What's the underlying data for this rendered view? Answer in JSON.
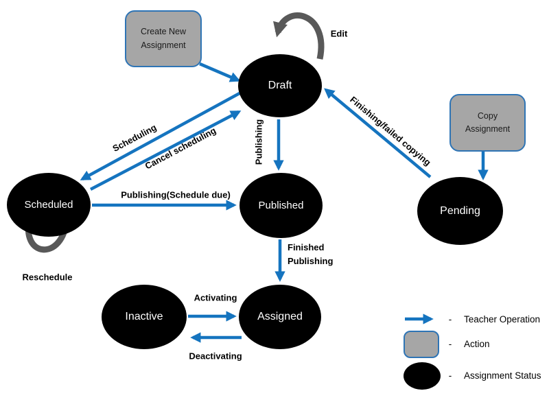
{
  "diagram": {
    "statuses": [
      {
        "id": "draft",
        "label": "Draft"
      },
      {
        "id": "scheduled",
        "label": "Scheduled"
      },
      {
        "id": "published",
        "label": "Published"
      },
      {
        "id": "pending",
        "label": "Pending"
      },
      {
        "id": "inactive",
        "label": "Inactive"
      },
      {
        "id": "assigned",
        "label": "Assigned"
      }
    ],
    "actions": [
      {
        "id": "create-new-assignment",
        "lines": [
          "Create New",
          "Assignment"
        ]
      },
      {
        "id": "copy-assignment",
        "lines": [
          "Copy",
          "Assignment"
        ]
      }
    ],
    "transitions": {
      "edit": "Edit",
      "scheduling": "Scheduling",
      "cancel_scheduling": "Cancel scheduling",
      "publishing_schedule_due": "Publishing(Schedule due)",
      "publishing": "Publishing",
      "finished_publishing": [
        "Finished",
        "Publishing"
      ],
      "finishing_failed_copying": "Finishing/failed copying",
      "reschedule": "Reschedule",
      "activating": "Activating",
      "deactivating": "Deactivating"
    },
    "legend": [
      {
        "symbol": "arrow",
        "dash": "-",
        "label": "Teacher Operation"
      },
      {
        "symbol": "rounded-rect",
        "dash": "-",
        "label": "Action"
      },
      {
        "symbol": "ellipse",
        "dash": "-",
        "label": "Assignment Status"
      }
    ],
    "colors": {
      "teacher_operation_arrow": "#1574bf",
      "loop_arrow_gray": "#595959",
      "status_fill": "#000000",
      "status_text": "#ffffff",
      "action_fill": "#a6a6a6",
      "action_border": "#2e74b5",
      "label_text": "#000000",
      "background": "#ffffff"
    }
  }
}
